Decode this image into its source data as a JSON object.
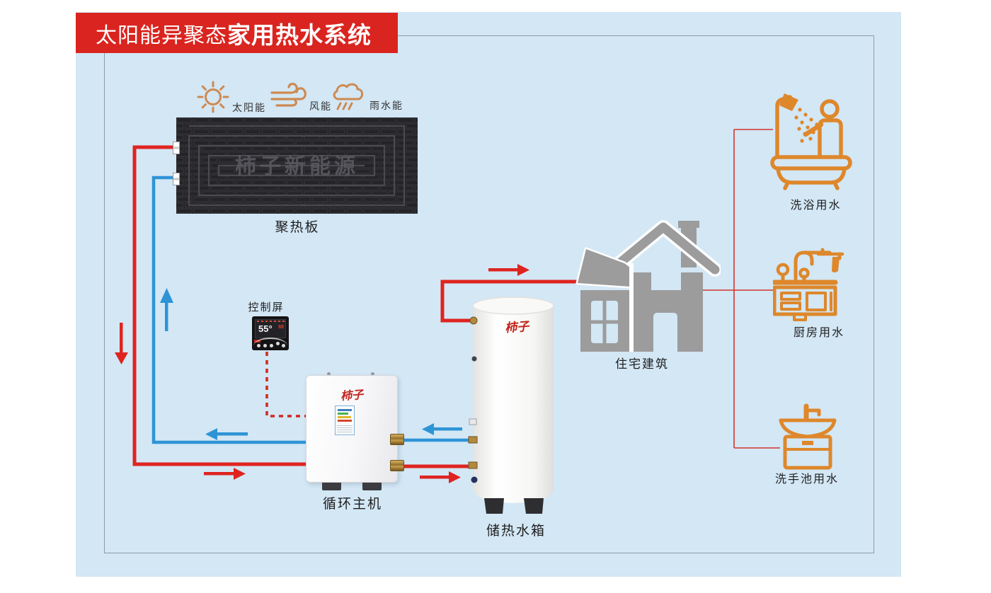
{
  "title": {
    "regular": "太阳能异聚态",
    "bold": "家用热水系统"
  },
  "energy_sources": [
    {
      "icon": "sun-icon",
      "label": "太阳能"
    },
    {
      "icon": "wind-icon",
      "label": "风能"
    },
    {
      "icon": "rain-cloud-icon",
      "label": "雨水能"
    }
  ],
  "components": {
    "solar_panel": {
      "label": "聚热板",
      "watermark": "柿子新能源"
    },
    "control_screen": {
      "label": "控制屏",
      "display_temp": "55°"
    },
    "main_unit": {
      "label": "循环主机",
      "brand": "柿子"
    },
    "tank": {
      "label": "储热水箱",
      "brand": "柿子"
    },
    "house": {
      "label": "住宅建筑"
    }
  },
  "water_outlets": [
    {
      "icon": "bathtub-shower-icon",
      "label": "洗浴用水"
    },
    {
      "icon": "kitchen-sink-icon",
      "label": "厨房用水"
    },
    {
      "icon": "washbasin-icon",
      "label": "洗手池用水"
    }
  ],
  "colors": {
    "hot_pipe_red": "#df2420",
    "cold_pipe_blue": "#2e94d6",
    "banner_red": "#da241f",
    "panel_blue": "#d3e7f5",
    "outlet_orange": "#de872b",
    "energy_orange": "#cd8a52",
    "house_gray": "#9c9c9c",
    "collector_black": "#242427"
  }
}
